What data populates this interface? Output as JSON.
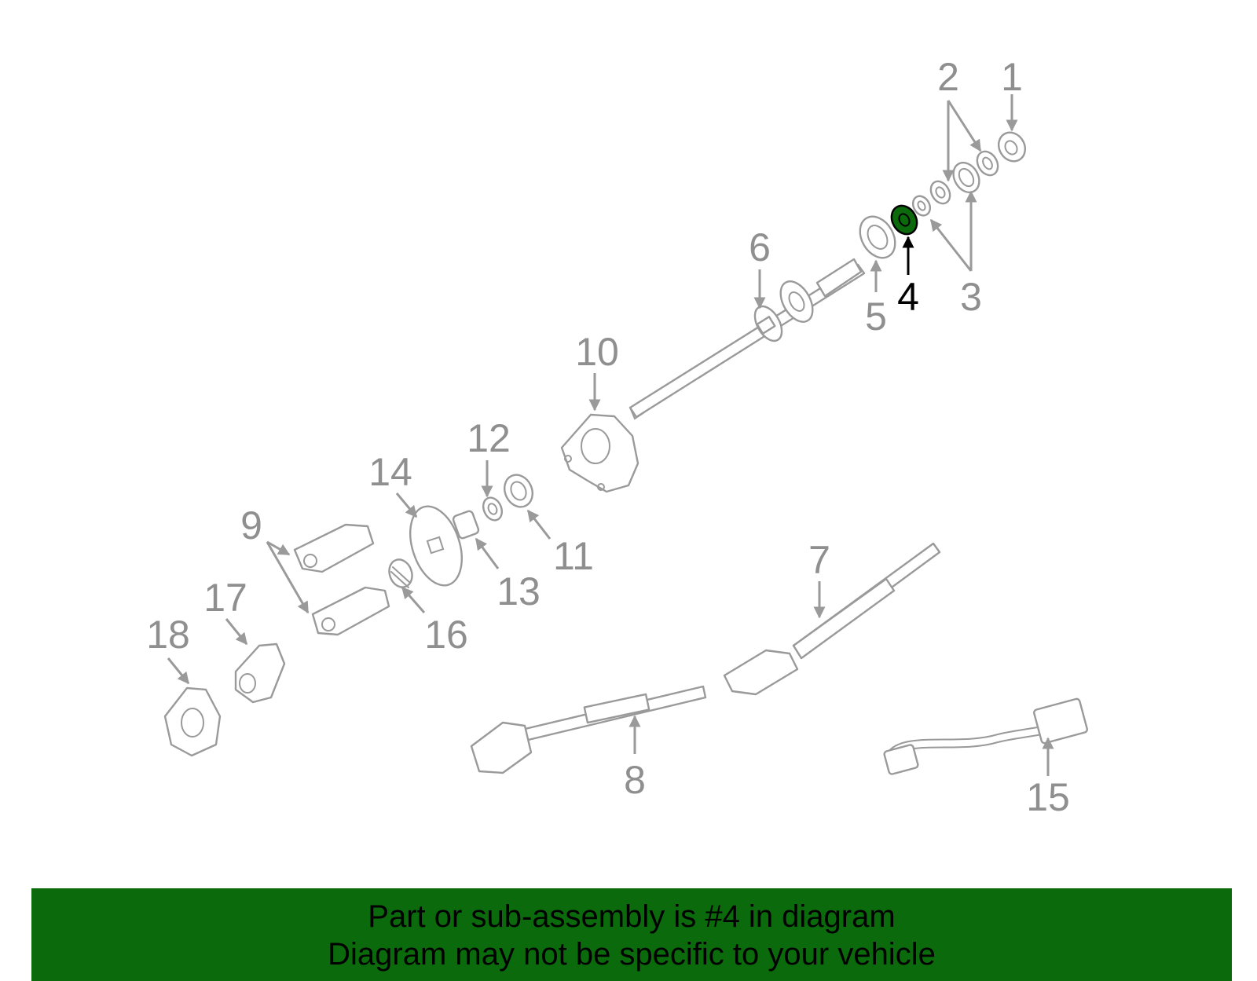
{
  "diagram": {
    "highlighted_part": "4",
    "colors": {
      "highlight": "#0b6a0b",
      "line": "#9a9a9a",
      "label": "#8f8f8f",
      "highlight_label": "#000000"
    },
    "callouts": [
      "1",
      "2",
      "3",
      "4",
      "5",
      "6",
      "7",
      "8",
      "9",
      "10",
      "11",
      "12",
      "13",
      "14",
      "15",
      "16",
      "17",
      "18"
    ]
  },
  "footer": {
    "line1": "Part or sub-assembly is #4 in diagram",
    "line2": "Diagram may not be specific to your vehicle"
  }
}
